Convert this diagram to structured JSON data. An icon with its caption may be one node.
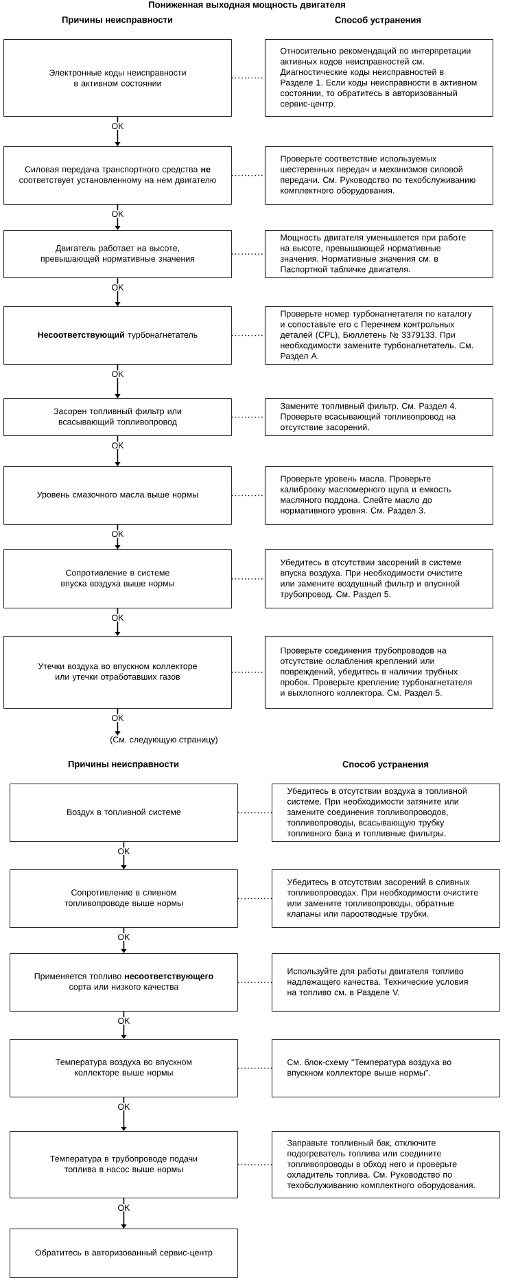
{
  "diagram": {
    "title": "Пониженная выходная мощность двигателя",
    "nodes": [
      {
        "text": [
          "Электронные коды неисправности в активном состоянии"
        ]
      },
      {
        "text": [
          "Относительно рекомендаций по интерпретации активных кодов неисправностей см. Диагностические коды неисправностей в Разделе 1. Если коды неисправности в активном состоянии, то обратитесь в авторизованный сервис-центр."
        ]
      },
      {
        "text": [
          "Силовая передача транспортного средства **не** соответствует установленному на нем двигателю"
        ]
      },
      {
        "text": [
          "Проверьте соответствие используемых шестеренных передач и механизмов силовой передачи. См. Руководство по техобслуживанию комплектного оборудования."
        ]
      },
      {
        "text": [
          "Двигатель работает на высоте, превышающей нормативные значения"
        ]
      },
      {
        "text": [
          "Мощность двигателя уменьшается при работе на высоте, превышающей нормативные значения. Нормативные значения см. в Паспортной табличке двигателя."
        ]
      },
      {
        "text": [
          "**Несоответствующий** турбонагнетатель"
        ]
      },
      {
        "text": [
          "Проверьте номер турбонагнетателя по каталогу и сопоставьте его с Перечнем контрольных деталей (CPL), Бюллетень № 3379133. При необходимости замените турбонагнетатель. См. Раздел А."
        ]
      },
      {
        "text": [
          "Засорен топливный фильтр или всасывающий топливопровод"
        ]
      },
      {
        "text": [
          "Замените топливный фильтр. См. Раздел 4. Проверьте всасывающий топливопровод на отсутствие засорений."
        ]
      },
      {
        "text": [
          "Уровень смазочного масла выше нормы"
        ]
      },
      {
        "text": [
          "Проверьте уровень масла. Проверьте калибровку масломерного щупа и емкость масляного поддона. Слейте масло до нормативного уровня. См. Раздел 3."
        ]
      },
      {
        "text": [
          "Сопротивление в системе впуска воздуха выше нормы"
        ]
      },
      {
        "text": [
          "Убедитесь в отсутствии засорений в системе впуска воздуха. При необходимости очистите или замените воздушный фильтр и впускной трубопровод. См. Раздел 5."
        ]
      },
      {
        "text": [
          "Утечки воздуха во впускном коллекторе или утечки отработавших газов"
        ]
      },
      {
        "text": [
          "Проверьте соединения трубопроводов на отсутствие ослабления креплений или повреждений, убедитесь в наличии трубных пробок. Проверьте крепление турбонагнетателя и выхлопного коллектора. См. Раздел 5."
        ]
      },
      {
        "text": [
          "(См. следующую страницу)"
        ]
      },
      {
        "text": [
          "Воздух в топливной системе"
        ]
      },
      {
        "text": [
          "Убедитесь в отсутствии воздуха в топливной системе. При необходимости затяните или замените соединения топливопроводов, топливопроводы, всасывающую трубку топливного бака и топливные фильтры."
        ]
      },
      {
        "text": [
          "Сопротивление в сливном топливопроводе выше нормы"
        ]
      },
      {
        "text": [
          "Убедитесь в отсутствии засорений в сливных топливопроводах. При необходимости очистите или замените топливопроводы, обратные клапаны или пароотводные трубки."
        ]
      },
      {
        "text": [
          "Применяется топливо **несоответствующего** сорта или низкого качества"
        ]
      },
      {
        "text": [
          "Используйте для работы двигателя топливо надлежащего качества. Технические условия на топливо см. в Разделе V."
        ]
      },
      {
        "text": [
          "Температура воздуха во впускном коллекторе выше нормы"
        ]
      },
      {
        "text": [
          "См. блок-схему \"Температура воздуха во впускном коллекторе выше нормы\"."
        ]
      },
      {
        "text": [
          "Температура в трубопроводе подачи топлива в насос выше нормы"
        ]
      },
      {
        "text": [
          "Заправьте топливный бак, отключите подогреватель топлива или соедините топливопроводы в обход него и проверьте охладитель топлива. См. Руководство по техобслуживанию комплектного оборудования."
        ]
      },
      {
        "text": [
          "Обратитесь в авторизованный сервис-центр"
        ]
      }
    ],
    "edges": [
      {
        "from": 0,
        "to": 1,
        "arrow": "none",
        "style": "dashed"
      },
      {
        "from": 0,
        "to": 2,
        "arrow": "to",
        "label": "OK"
      },
      {
        "from": 2,
        "to": 3,
        "arrow": "none",
        "style": "dashed"
      },
      {
        "from": 2,
        "to": 4,
        "arrow": "to",
        "label": "OK"
      },
      {
        "from": 4,
        "to": 5,
        "arrow": "none",
        "style": "dashed"
      },
      {
        "from": 4,
        "to": 6,
        "arrow": "to",
        "label": "OK"
      },
      {
        "from": 6,
        "to": 7,
        "arrow": "none",
        "style": "dashed"
      },
      {
        "from": 6,
        "to": 8,
        "arrow": "to",
        "label": "OK"
      },
      {
        "from": 8,
        "to": 9,
        "arrow": "none",
        "style": "dashed"
      },
      {
        "from": 8,
        "to": 10,
        "arrow": "to",
        "label": "OK"
      },
      {
        "from": 10,
        "to": 11,
        "arrow": "none",
        "style": "dashed"
      },
      {
        "from": 10,
        "to": 12,
        "arrow": "to",
        "label": "OK"
      },
      {
        "from": 12,
        "to": 13,
        "arrow": "none",
        "style": "dashed"
      },
      {
        "from": 12,
        "to": 14,
        "arrow": "to",
        "label": "OK"
      },
      {
        "from": 14,
        "to": 15,
        "arrow": "none",
        "style": "dashed"
      },
      {
        "from": 14,
        "to": 16,
        "arrow": "to",
        "label": "OK"
      },
      {
        "from": 17,
        "to": 18,
        "arrow": "none",
        "style": "dashed"
      },
      {
        "from": 17,
        "to": 19,
        "arrow": "to",
        "label": "OK"
      },
      {
        "from": 19,
        "to": 20,
        "arrow": "none",
        "style": "dashed"
      },
      {
        "from": 19,
        "to": 21,
        "arrow": "to",
        "label": "OK"
      },
      {
        "from": 21,
        "to": 22,
        "arrow": "none",
        "style": "dashed"
      },
      {
        "from": 21,
        "to": 23,
        "arrow": "to",
        "label": "OK"
      },
      {
        "from": 23,
        "to": 24,
        "arrow": "none",
        "style": "dashed"
      },
      {
        "from": 23,
        "to": 25,
        "arrow": "to",
        "label": "OK"
      },
      {
        "from": 25,
        "to": 26,
        "arrow": "none",
        "style": "dashed"
      },
      {
        "from": 25,
        "to": 27,
        "arrow": "to",
        "label": "OK"
      }
    ],
    "labels": [
      "Причины неисправности",
      "Способ устранения",
      "Причины неисправности",
      "Способ устранения"
    ]
  }
}
